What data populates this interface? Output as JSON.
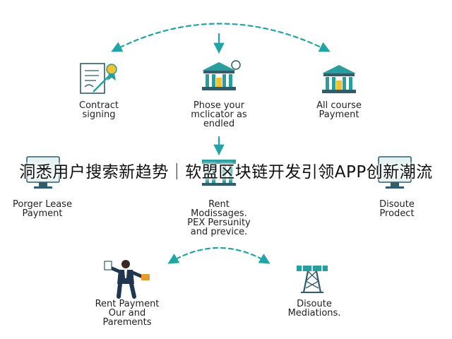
{
  "colors": {
    "arrow": "#1fa5a5",
    "icon_teal": "#2a9d9d",
    "icon_dark": "#2f5d6b",
    "icon_yellow": "#f2c12e",
    "text": "#222222"
  },
  "banner": "洞悉用户搜索新趋势｜软盟区块链开发引领APP创新潮流",
  "nodes": [
    {
      "id": "contract",
      "icon": "contract-document-icon",
      "lines": [
        "Contract",
        "signing"
      ]
    },
    {
      "id": "phase",
      "icon": "bank-building-icon",
      "lines": [
        "Phose your",
        "mclicator as",
        "endled"
      ]
    },
    {
      "id": "allcourse",
      "icon": "bank-building-icon",
      "lines": [
        "All course",
        "Payment"
      ]
    },
    {
      "id": "porger",
      "icon": "monitor-icon",
      "lines": [
        "Porger Lease",
        "Payment"
      ]
    },
    {
      "id": "rentmsg",
      "icon": "bank-building-icon",
      "lines": [
        "Rent",
        "Modissages.",
        "PEX Persunity",
        "and previce."
      ]
    },
    {
      "id": "dispute-product",
      "icon": "monitor-icon",
      "lines": [
        "Disoute",
        "Prodect"
      ]
    },
    {
      "id": "rentpay",
      "icon": "businessman-icon",
      "lines": [
        "Rent Payment",
        "Our and",
        "Parements"
      ]
    },
    {
      "id": "mediation",
      "icon": "transmission-tower-icon",
      "lines": [
        "Disoute",
        "Mediations."
      ]
    }
  ]
}
